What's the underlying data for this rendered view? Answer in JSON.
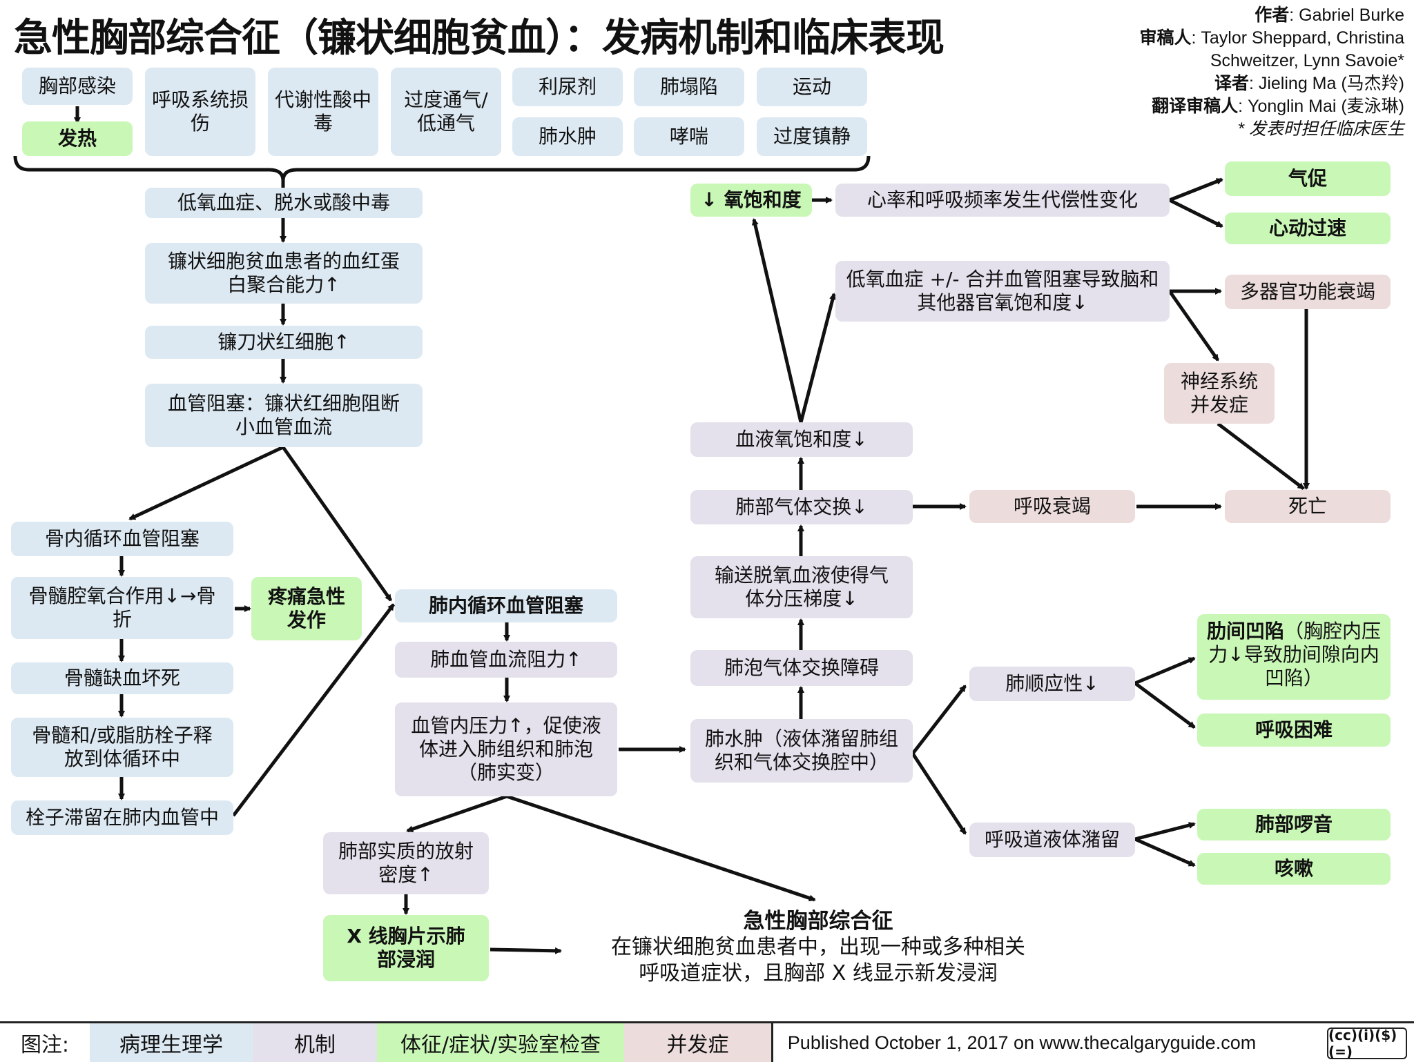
{
  "title": "急性胸部综合征（镰状细胞贫血）：发病机制和临床表现",
  "credits": {
    "author_label": "作者",
    "author": ":  Gabriel Burke",
    "reviewers_label": "审稿人",
    "reviewers_1": ": Taylor Sheppard, Christina",
    "reviewers_2": "Schweitzer, Lynn Savoie*",
    "translator_label": "译者",
    "translator": ": Jieling Ma (马杰羚)",
    "translation_reviewer_label": "翻译审稿人",
    "translation_reviewer": ": Yonglin Mai (麦泳琳)",
    "note": "* 发表时担任临床医生"
  },
  "triggers": {
    "chest_infection": "胸部感染",
    "fever": "发热",
    "respiratory_impairment": "呼吸系统损伤",
    "metabolic_acidosis": "代谢性酸中毒",
    "hyper_hypoventilation": "过度通气/低通气",
    "diuretics": "利尿剂",
    "pulmonary_edema": "肺水肿",
    "atelectasis": "肺塌陷",
    "asthma": "哮喘",
    "exercise": "运动",
    "oversedation": "过度镇静"
  },
  "left_chain": {
    "hypoxemia": "低氧血症、脱水或酸中毒",
    "polymerization": "镰状细胞贫血患者的血红蛋白聚合能力↑",
    "sickle_cells": "镰刀状红细胞↑",
    "vaso_occlusion": "血管阻塞：镰状红细胞阻断小血管血流"
  },
  "bone_chain": {
    "bone_occlusion": "骨内循环血管阻塞",
    "marrow_oxygen": "骨髓腔氧合作用↓→骨折",
    "pain_crisis": "疼痛急性发作",
    "marrow_necrosis": "骨髓缺血坏死",
    "fat_emboli": "骨髓和/或脂肪栓子释放到体循环中",
    "emboli_lodge": "栓子滞留在肺内血管中"
  },
  "lung_chain": {
    "lung_occlusion": "肺内循环血管阻塞",
    "resistance": "肺血管血流阻力↑",
    "pressure": "血管内压力↑，促使液体进入肺组织和肺泡（肺实变）",
    "radiodensity": "肺部实质的放射密度↑",
    "xray_infiltrate": "X 线胸片示肺部浸润"
  },
  "final": {
    "title": "急性胸部综合征",
    "line1": "在镰状细胞贫血患者中，出现一种或多种相关",
    "line2": "呼吸道症状，且胸部 X 线显示新发浸润"
  },
  "middle_chain": {
    "edema": "肺水肿（液体潴留肺组织和气体交换腔中）",
    "alveolar_exchange": "肺泡气体交换障碍",
    "gradient": "输送脱氧血液使得气体分压梯度↓",
    "gas_exchange": "肺部气体交换↓",
    "blood_o2": "血液氧饱和度↓",
    "o2_sat": "↓ 氧饱和度"
  },
  "right_chain": {
    "compensatory": "心率和呼吸频率发生代偿性变化",
    "tachypnea": "气促",
    "tachycardia": "心动过速",
    "organ_hypoxemia": "低氧血症 +/- 合并血管阻塞导致脑和其他器官氧饱和度↓",
    "multi_organ": "多器官功能衰竭",
    "neuro": "神经系统并发症",
    "resp_failure": "呼吸衰竭",
    "death": "死亡",
    "compliance": "肺顺应性↓",
    "retractions_bold": "肋间凹陷",
    "retractions_rest": "（胸腔内压力↓导致肋间隙向内凹陷）",
    "dyspnea": "呼吸困难",
    "airway_fluid": "呼吸道液体潴留",
    "crackles": "肺部啰音",
    "cough": "咳嗽"
  },
  "legend": {
    "label": "图注:",
    "pathophys": "病理生理学",
    "mechanism": "机制",
    "signs": "体征/症状/实验室检查",
    "complications": "并发症",
    "published": "Published October 1, 2017 on www.thecalgaryguide.com"
  },
  "colors": {
    "pathophysiology": "#dde9f2",
    "mechanism": "#e4e0ec",
    "signs": "#c9f7b6",
    "complications": "#ecdcdc"
  }
}
